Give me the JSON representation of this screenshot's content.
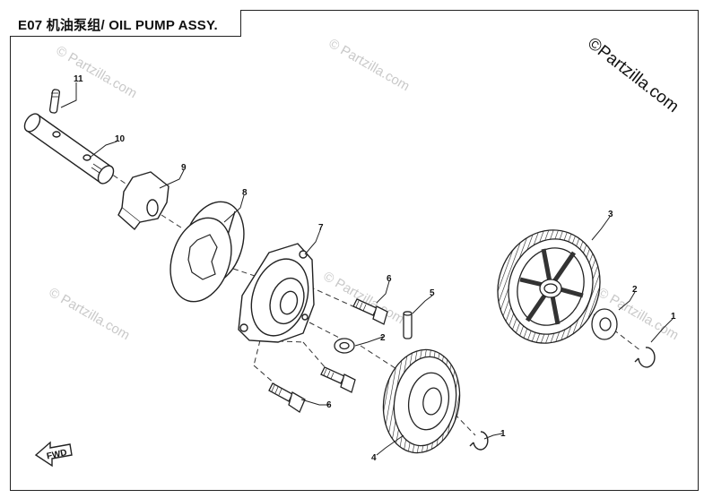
{
  "title": "E07 机油泵组/ OIL PUMP ASSY.",
  "copyright": "©Partzilla.com",
  "watermark": "© Partzilla.com",
  "fwd_label": "FWD",
  "callouts": [
    {
      "id": "c11",
      "label": "11"
    },
    {
      "id": "c10",
      "label": "10"
    },
    {
      "id": "c9",
      "label": "9"
    },
    {
      "id": "c8",
      "label": "8"
    },
    {
      "id": "c7",
      "label": "7"
    },
    {
      "id": "c6a",
      "label": "6"
    },
    {
      "id": "c6b",
      "label": "6"
    },
    {
      "id": "c5",
      "label": "5"
    },
    {
      "id": "c4",
      "label": "4"
    },
    {
      "id": "c3",
      "label": "3"
    },
    {
      "id": "c2a",
      "label": "2"
    },
    {
      "id": "c2b",
      "label": "2"
    },
    {
      "id": "c1a",
      "label": "1"
    },
    {
      "id": "c1b",
      "label": "1"
    }
  ]
}
